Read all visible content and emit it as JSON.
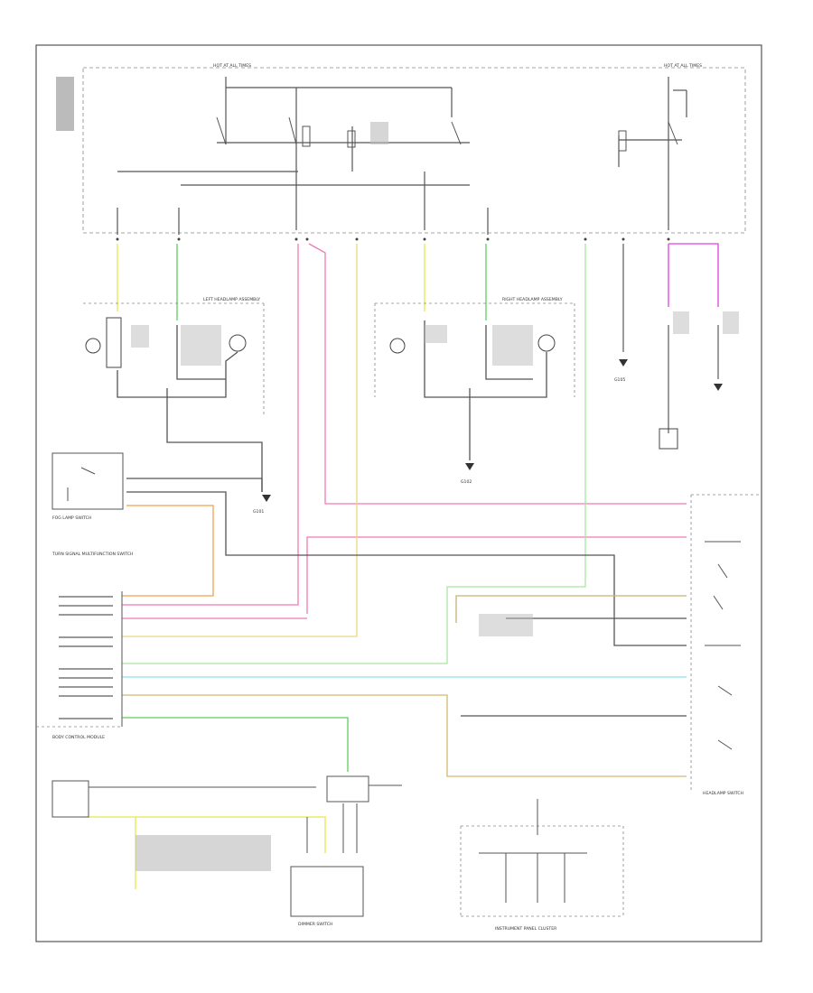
{
  "labels": {
    "fuse_left": "HOT AT ALL TIMES",
    "fuse_right": "HOT AT ALL TIMES",
    "left_headlamp": "LEFT HEADLAMP ASSEMBLY",
    "right_headlamp": "RIGHT HEADLAMP ASSEMBLY",
    "trailer_sw": "FOG LAMP SWITCH",
    "turn_signal": "TURN SIGNAL MULTIFUNCTION SWITCH",
    "bcm": "BODY CONTROL MODULE",
    "headlamp_sw": "HEADLAMP SWITCH",
    "instrument_cluster": "INSTRUMENT PANEL CLUSTER",
    "ground_left": "G101",
    "ground_right": "G102",
    "ground_c": "G105",
    "dimmer": "DIMMER SWITCH"
  },
  "colors": {
    "frame": "#555555",
    "wire_yellow": "#e8e84a",
    "wire_green": "#5fce5f",
    "wire_pink": "#f07ab4",
    "wire_magenta": "#e040e0",
    "wire_orange": "#f0a050",
    "wire_tan": "#d6b870",
    "wire_lightgreen": "#a8e8a0",
    "wire_cyan": "#90e0e0",
    "wire_dark": "#555555"
  }
}
